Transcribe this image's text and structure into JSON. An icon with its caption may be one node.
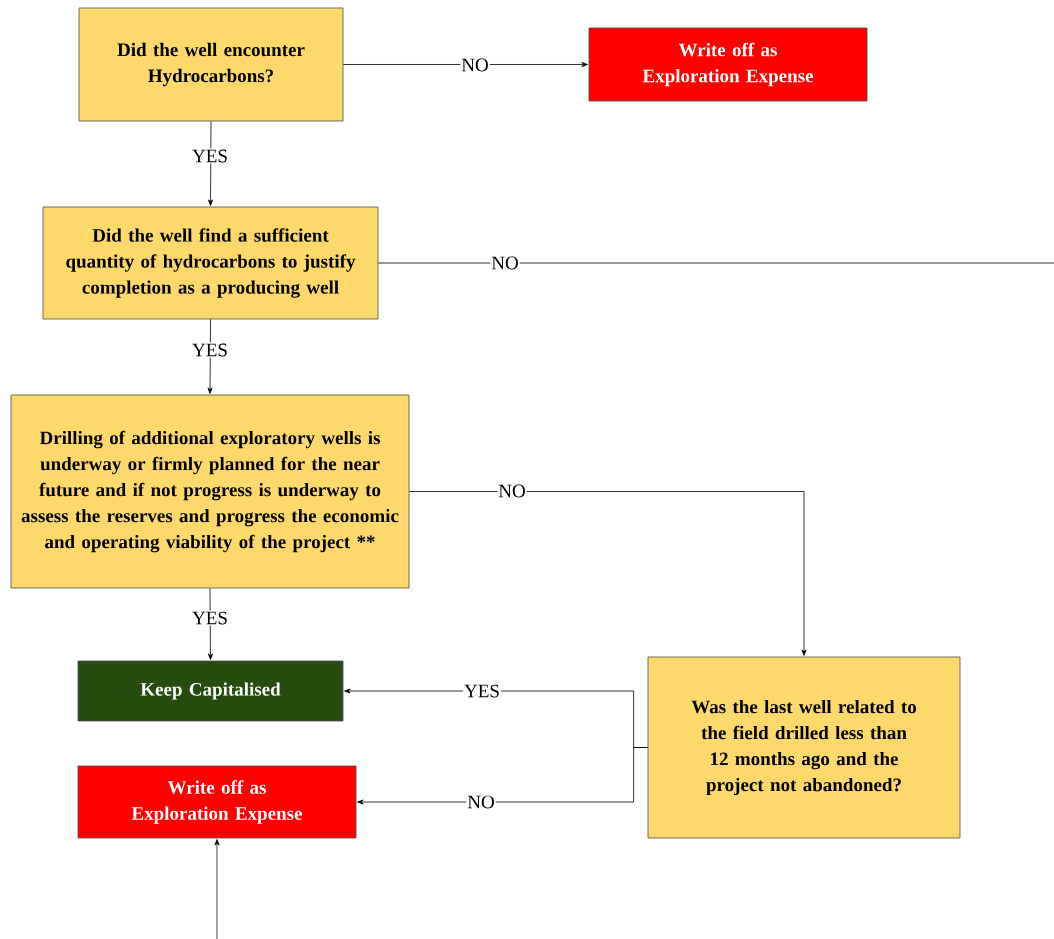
{
  "diagram": {
    "nodes": [
      {
        "text": [
          "Did the well encounter Hydrocarbons?"
        ]
      },
      {
        "text": [
          "Write off as Exploration Expense"
        ]
      },
      {
        "text": [
          "Did the well find a sufficient quantity of hydrocarbons to justify completion as a producing well"
        ]
      },
      {
        "text": [
          "Drilling of additional exploratory wells is underway or firmly planned for the near future and if not progress is underway to assess the reserves and progress the economic and operating viability of the project **"
        ]
      },
      {
        "text": [
          "Keep Capitalised"
        ]
      },
      {
        "text": [
          "Write off as Exploration Expense"
        ]
      },
      {
        "text": [
          "Was the last well related to the field drilled less than 12 months ago and the project not abandoned?"
        ]
      }
    ],
    "edges": [
      {
        "from": 0,
        "to": 1,
        "arrow": "to",
        "label": "NO"
      },
      {
        "from": 0,
        "to": 2,
        "arrow": "to",
        "label": "YES"
      },
      {
        "from": 2,
        "to": null,
        "arrow": "none",
        "label": "NO"
      },
      {
        "from": 3,
        "to": 6,
        "arrow": "to",
        "label": "NO"
      },
      {
        "from": 3,
        "to": 4,
        "arrow": "to",
        "label": "YES"
      },
      {
        "from": 6,
        "to": 4,
        "arrow": "to",
        "label": "YES"
      },
      {
        "from": 6,
        "to": 5,
        "arrow": "to",
        "label": "NO"
      },
      {
        "from": null,
        "to": 5,
        "arrow": "to"
      },
      {
        "from": 2,
        "to": 3,
        "arrow": "to",
        "label": "YES"
      }
    ]
  }
}
